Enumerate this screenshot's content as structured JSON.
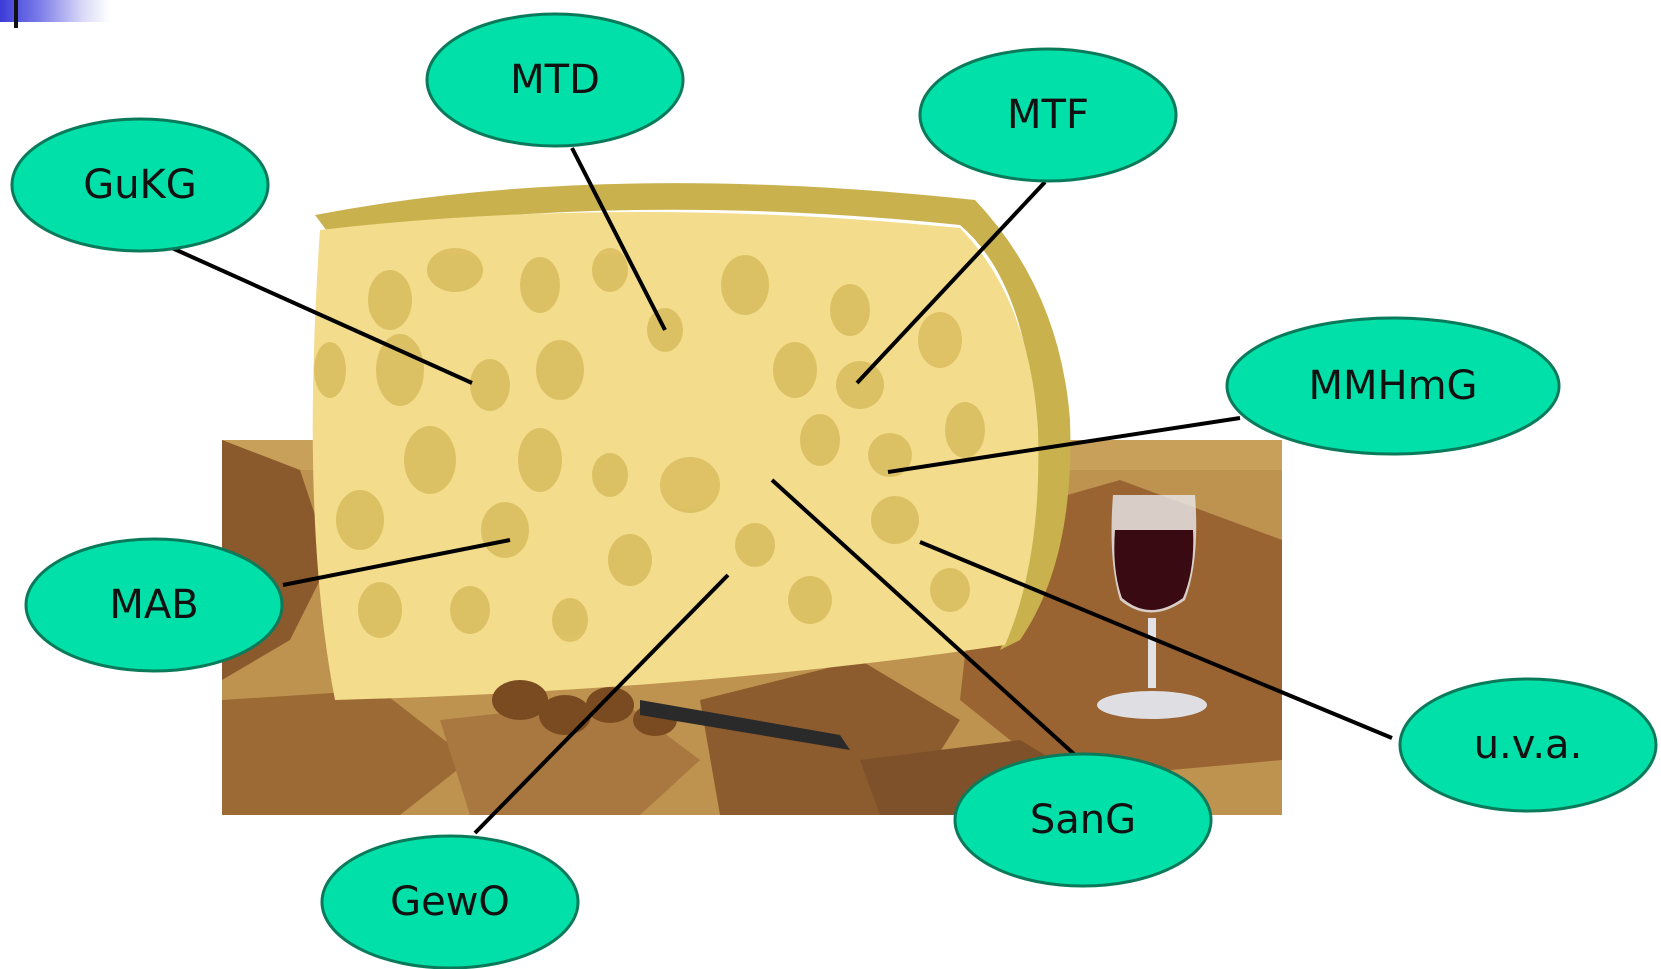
{
  "colors": {
    "bubble_fill": "#00e0a8",
    "bubble_stroke": "#0a7a5a",
    "leader_line": "#000000",
    "cheese": "#f3dc8c",
    "rind": "#c9b24e",
    "leaves": "#9a6a36",
    "wine": "#3a0a12",
    "accent": "#3b3bd9"
  },
  "illustration": {
    "icon": "cheese-with-wine-photo-icon",
    "description": "Wedge of Swiss cheese with holes on autumn leaves, walnuts and a glass of red wine"
  },
  "labels": [
    {
      "id": "gukg",
      "text": "GuKG"
    },
    {
      "id": "mtd",
      "text": "MTD"
    },
    {
      "id": "mtf",
      "text": "MTF"
    },
    {
      "id": "mmhmg",
      "text": "MMHmG"
    },
    {
      "id": "mab",
      "text": "MAB"
    },
    {
      "id": "uva",
      "text": "u.v.a."
    },
    {
      "id": "sang",
      "text": "SanG"
    },
    {
      "id": "gewo",
      "text": "GewO"
    }
  ]
}
